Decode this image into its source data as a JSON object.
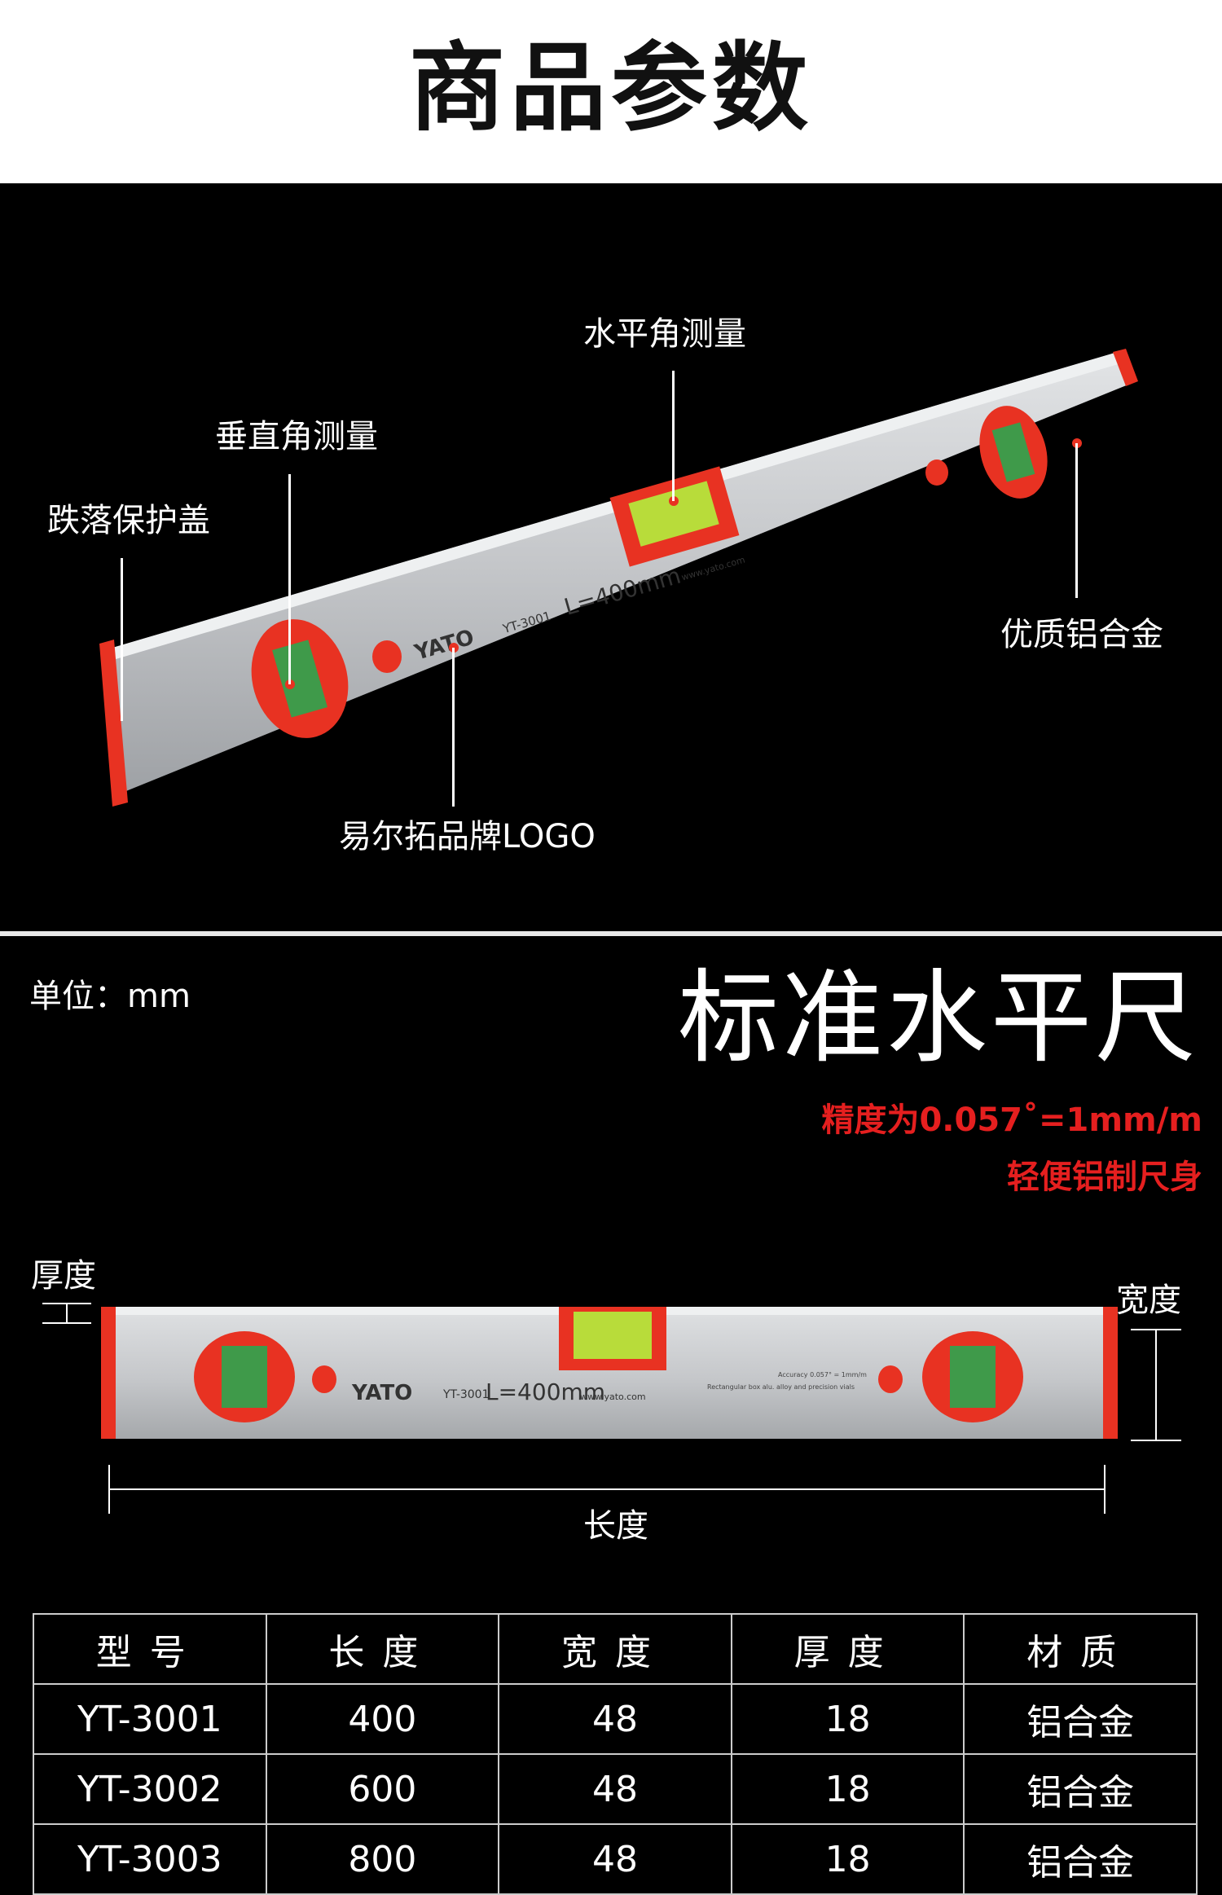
{
  "header": {
    "title": "商品参数"
  },
  "callouts": {
    "horizontal": "水平角测量",
    "vertical": "垂直角测量",
    "cap": "跌落保护盖",
    "alloy": "优质铝合金",
    "logo": "易尔拓品牌LOGO"
  },
  "product": {
    "brand": "YATO",
    "model": "YT-3001",
    "length_text": "L=400mm",
    "url": "www.yato.com",
    "small_text_1": "Accuracy 0.057° = 1mm/m",
    "small_text_2": "Rectangular box alu. alloy and precision vials"
  },
  "section2": {
    "unit": "单位：mm",
    "title": "标准水平尺",
    "accuracy": "精度为0.057˚=1mm/m",
    "feature": "轻便铝制尺身",
    "dim_thickness": "厚度",
    "dim_width": "宽度",
    "dim_length": "长度"
  },
  "colors": {
    "accent": "#e83222",
    "bar": "#c9cbce",
    "background": "#000000"
  },
  "spec_table": {
    "headers": [
      "型号",
      "长度",
      "宽度",
      "厚度",
      "材质"
    ],
    "rows": [
      [
        "YT-3001",
        "400",
        "48",
        "18",
        "铝合金"
      ],
      [
        "YT-3002",
        "600",
        "48",
        "18",
        "铝合金"
      ],
      [
        "YT-3003",
        "800",
        "48",
        "18",
        "铝合金"
      ]
    ]
  }
}
